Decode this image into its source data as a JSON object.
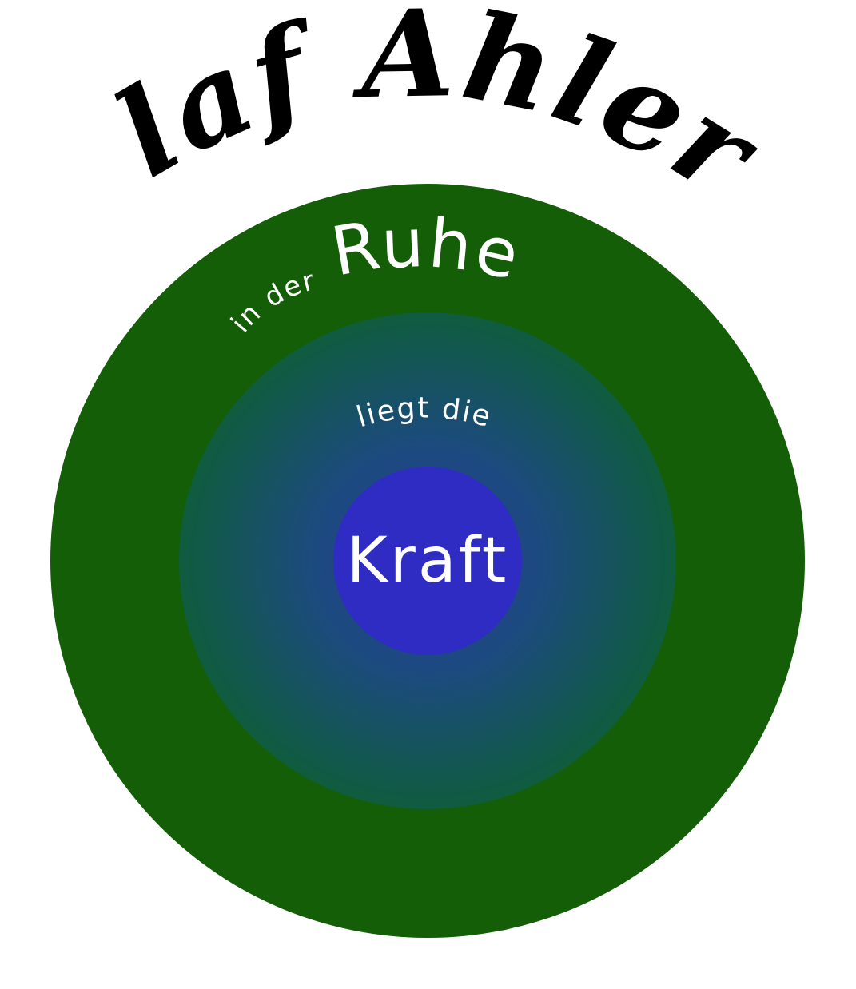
{
  "signature": {
    "text": "Olaf Ahlers",
    "color": "#000000"
  },
  "rings": {
    "outer": {
      "color": "#145e08"
    },
    "middle": {
      "center_color": "#243a90",
      "edge_color": "#0f5c3e"
    },
    "inner": {
      "color": "#2f2cc4"
    }
  },
  "phrases": {
    "line1_small": "in der",
    "line1_large": "Ruhe",
    "line2": "liegt die",
    "line3": "Kraft",
    "text_color": "#ffffff"
  }
}
